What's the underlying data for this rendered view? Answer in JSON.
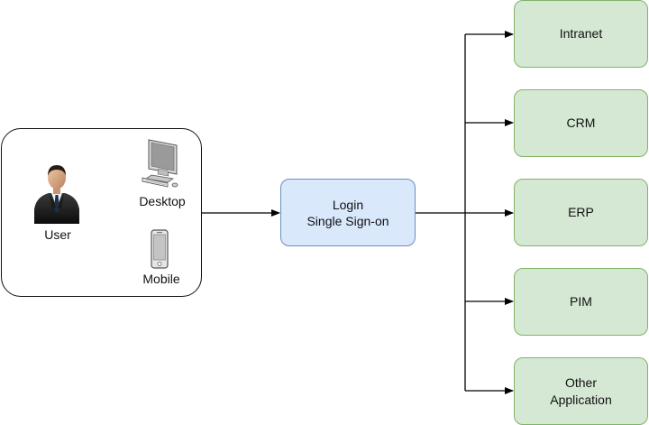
{
  "client": {
    "user_label": "User",
    "desktop_label": "Desktop",
    "mobile_label": "Mobile",
    "icons": [
      "user-icon",
      "desktop-icon",
      "mobile-icon"
    ]
  },
  "login": {
    "line1": "Login",
    "line2": "Single Sign-on"
  },
  "applications": [
    {
      "line1": "Intranet",
      "line2": ""
    },
    {
      "line1": "CRM",
      "line2": ""
    },
    {
      "line1": "ERP",
      "line2": ""
    },
    {
      "line1": "PIM",
      "line2": ""
    },
    {
      "line1": "Other",
      "line2": "Application"
    }
  ],
  "colors": {
    "login_fill": "#dae8fc",
    "login_stroke": "#6c8ebf",
    "app_fill": "#d5e8d4",
    "app_stroke": "#82b366",
    "connector": "#000000"
  }
}
